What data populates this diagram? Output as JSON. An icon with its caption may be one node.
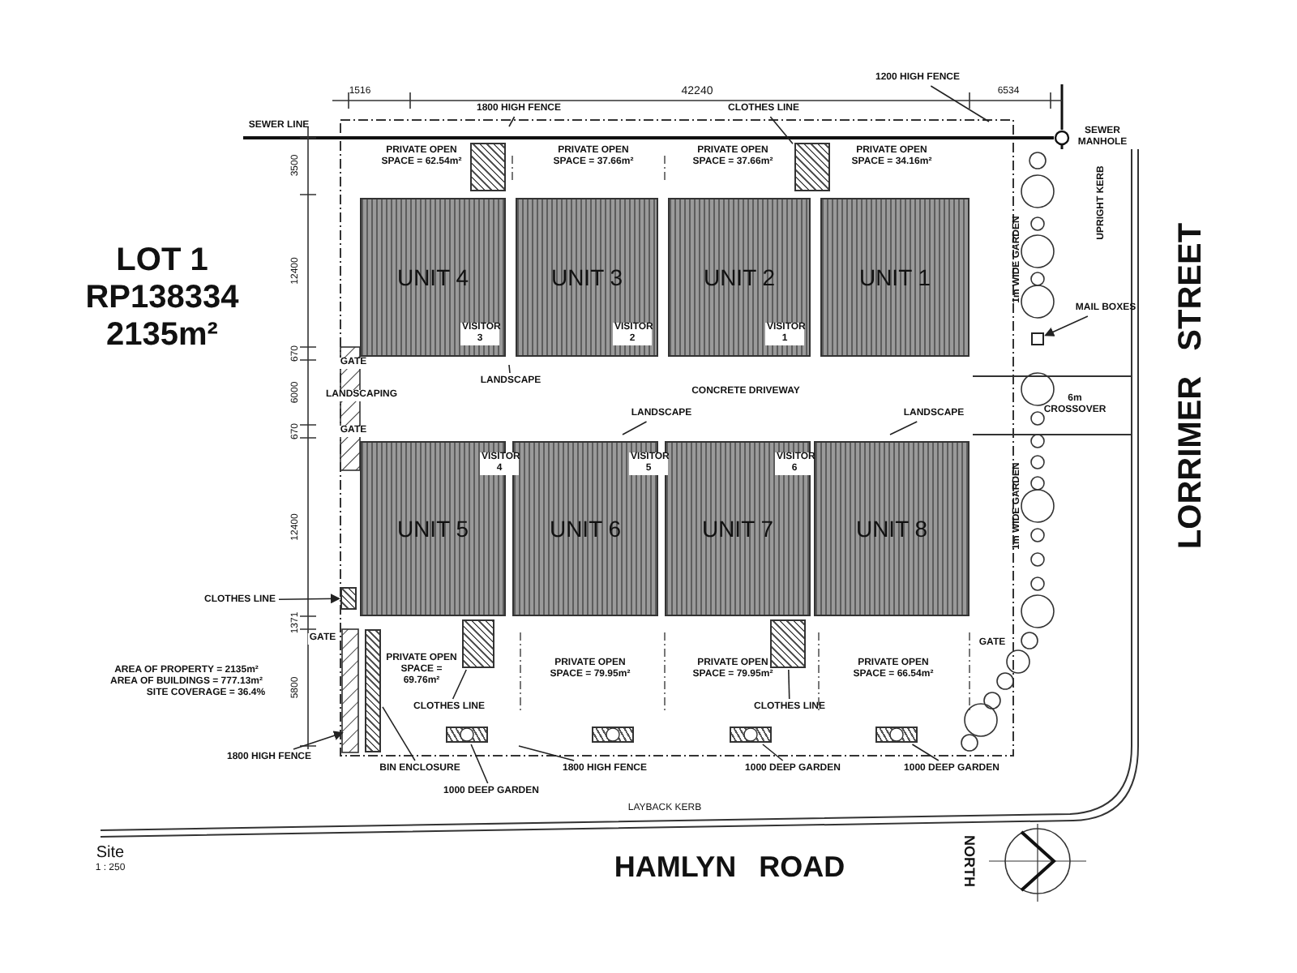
{
  "diagram": {
    "nodes": [
      {
        "text": [
          "UNIT 4"
        ]
      },
      {
        "text": [
          "UNIT 3"
        ]
      },
      {
        "text": [
          "UNIT 2"
        ]
      },
      {
        "text": [
          "UNIT 1"
        ]
      },
      {
        "text": [
          "UNIT 5"
        ]
      },
      {
        "text": [
          "UNIT 6"
        ]
      },
      {
        "text": [
          "UNIT 7"
        ]
      },
      {
        "text": [
          "UNIT 8"
        ]
      },
      {
        "text": [
          "PRIVATE OPEN SPACE = 62.54m²"
        ]
      },
      {
        "text": [
          "PRIVATE OPEN SPACE = 37.66m²"
        ]
      },
      {
        "text": [
          "PRIVATE OPEN SPACE = 37.66m²"
        ]
      },
      {
        "text": [
          "PRIVATE OPEN SPACE = 34.16m²"
        ]
      },
      {
        "text": [
          "PRIVATE OPEN SPACE = 69.76m²"
        ]
      },
      {
        "text": [
          "PRIVATE OPEN SPACE = 79.95m²"
        ]
      },
      {
        "text": [
          "PRIVATE OPEN SPACE = 79.95m²"
        ]
      },
      {
        "text": [
          "PRIVATE OPEN SPACE = 66.54m²"
        ]
      },
      {
        "text": [
          "1800 HIGH FENCE"
        ]
      },
      {
        "text": [
          "CLOTHES LINE"
        ]
      },
      {
        "text": [
          "1200 HIGH FENCE"
        ]
      },
      {
        "text": [
          "MAIL BOXES"
        ]
      },
      {
        "text": [
          "LANDSCAPE"
        ]
      },
      {
        "text": [
          "LANDSCAPE"
        ]
      },
      {
        "text": [
          "LANDSCAPE"
        ]
      },
      {
        "text": [
          "CLOTHES LINE"
        ]
      },
      {
        "text": [
          "CLOTHES LINE"
        ]
      },
      {
        "text": [
          "CLOTHES LINE"
        ]
      },
      {
        "text": [
          "1800 HIGH FENCE"
        ]
      },
      {
        "text": [
          "BIN ENCLOSURE"
        ]
      },
      {
        "text": [
          "1800 HIGH FENCE"
        ]
      },
      {
        "text": [
          "1000 DEEP GARDEN"
        ]
      },
      {
        "text": [
          "1000 DEEP GARDEN"
        ]
      },
      {
        "text": [
          "1000 DEEP GARDEN"
        ]
      },
      {
        "text": [],
        "shape": "box"
      },
      {
        "text": [],
        "shape": "box"
      },
      {
        "text": [],
        "shape": "box"
      },
      {
        "text": [],
        "shape": "box"
      },
      {
        "text": [],
        "shape": "box"
      },
      {
        "text": [],
        "shape": "box"
      },
      {
        "text": [],
        "shape": "box"
      },
      {
        "text": [],
        "shape": "box"
      },
      {
        "text": [],
        "shape": "box"
      },
      {
        "text": [],
        "shape": "box"
      },
      {
        "text": [],
        "shape": "box"
      }
    ],
    "edges": [
      {
        "from": 16,
        "to": null,
        "arrow": "none"
      },
      {
        "from": 17,
        "to": 34,
        "arrow": "none"
      },
      {
        "from": 18,
        "to": null,
        "arrow": "none"
      },
      {
        "from": 19,
        "to": 32,
        "arrow": "to"
      },
      {
        "from": 20,
        "to": null,
        "arrow": "none"
      },
      {
        "from": 21,
        "to": null,
        "arrow": "none"
      },
      {
        "from": 22,
        "to": null,
        "arrow": "none"
      },
      {
        "from": 23,
        "to": 35,
        "arrow": "to"
      },
      {
        "from": 24,
        "to": 36,
        "arrow": "none"
      },
      {
        "from": 25,
        "to": 37,
        "arrow": "none"
      },
      {
        "from": 26,
        "to": null,
        "arrow": "to"
      },
      {
        "from": 27,
        "to": 38,
        "arrow": "none"
      },
      {
        "from": 28,
        "to": null,
        "arrow": "none"
      },
      {
        "from": 29,
        "to": 39,
        "arrow": "none"
      },
      {
        "from": 30,
        "to": 41,
        "arrow": "none"
      },
      {
        "from": 31,
        "to": 42,
        "arrow": "none"
      }
    ],
    "labels": [
      "LOT 1",
      "RP138334",
      "2135m²",
      "1516",
      "42240",
      "6534",
      "SEWER LINE",
      "SEWER MANHOLE",
      "3500",
      "12400",
      "UPRIGHT KERB",
      "1m WIDE GARDEN",
      "LORRIMER STREET",
      "VISITOR 3",
      "VISITOR 2",
      "VISITOR 1",
      "670",
      "GATE",
      "LANDSCAPING",
      "6000",
      "CONCRETE DRIVEWAY",
      "6m CROSSOVER",
      "670",
      "GATE",
      "VISITOR 4",
      "VISITOR 5",
      "VISITOR 6",
      "12400",
      "1m WIDE GARDEN",
      "1371",
      "GATE",
      "GATE",
      "AREA OF PROPERTY = 2135m²",
      "AREA OF BUILDINGS = 777.13m²",
      "SITE COVERAGE = 36.4%",
      "5800",
      "LAYBACK KERB",
      "Site",
      "1 : 250",
      "HAMLYN ROAD",
      "NORTH"
    ]
  }
}
